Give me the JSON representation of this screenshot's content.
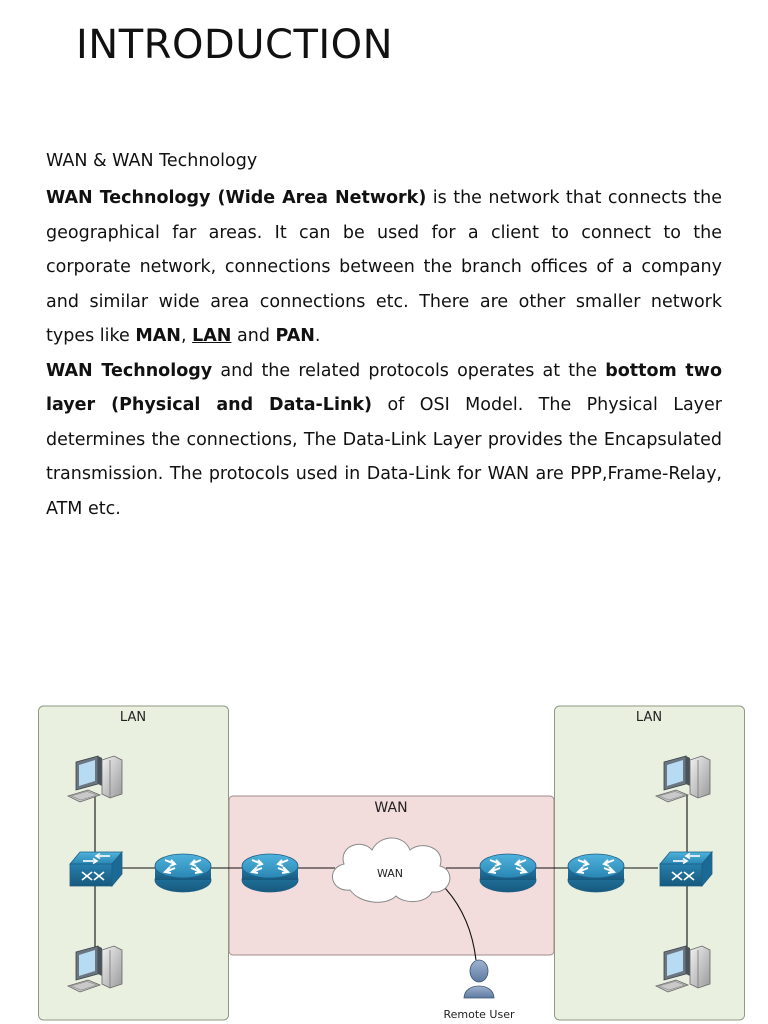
{
  "title": "INTRODUCTION",
  "heading": "WAN & WAN Technology",
  "paragraph1": {
    "bold_lead": "WAN Technology (Wide Area Network)",
    "text1": " is the network that connects the geographical far areas. It can be used for a client to connect to the corporate network, connections between the branch offices of a company and similar wide area connections etc. There are other smaller network types like ",
    "man": "MAN",
    "comma": ", ",
    "lan": "LAN",
    "and": " and ",
    "pan": "PAN",
    "end": "."
  },
  "paragraph2": {
    "bold_lead": "WAN Technology",
    "text1": " and the related protocols operates at the ",
    "bold_mid": "bottom two layer (Physical and Data-Link)",
    "text2": " of OSI Model. The Physical Layer determines the connections, The Data-Link Layer provides the Encapsulated transmission. The protocols used in Data-Link for WAN are PPP,Frame-Relay, ATM etc."
  },
  "diagram": {
    "left_lan_label": "LAN",
    "right_lan_label": "LAN",
    "wan_label": "WAN",
    "cloud_label": "WAN",
    "remote_user_label": "Remote User",
    "colors": {
      "lan_fill": "#e9f0df",
      "wan_fill": "#f3dcdc",
      "device_blue": "#2d8cb8"
    }
  }
}
